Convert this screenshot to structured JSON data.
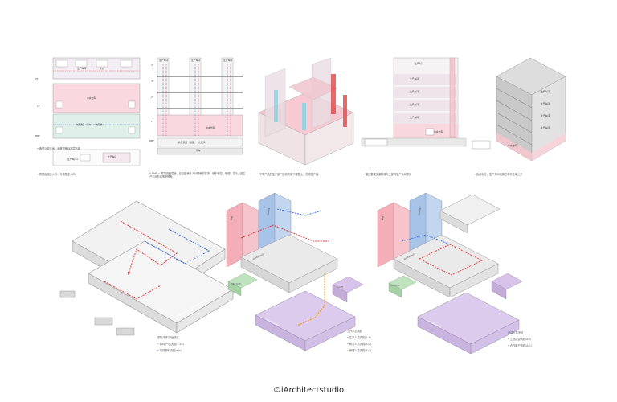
{
  "footer": {
    "copyright": "©iArchitectstudio"
  },
  "panel1": {
    "captions": [
      "• 典型功能空间，利基型等标准层布置",
      "• 同层面线主入口，与该层主入口"
    ],
    "floors": [
      "2F",
      "1F",
      "BMF"
    ],
    "labels": [
      "生产车间",
      "办公",
      "中央仓库",
      "物流通道（货车、一次配件）",
      "生产车间A",
      "生产车间"
    ]
  },
  "panel2": {
    "captions": [
      "• BMF = 屋顶设备层面，应当能满足人对厨房的需求，便于管控、管理，并与上部生产车间形成紧密联系"
    ],
    "floors": [
      "4F",
      "3F",
      "2F",
      "1F",
      "BMF"
    ],
    "labels": [
      "生产车间",
      "生产车间",
      "生产车间",
      "中央仓库",
      "物流通道（货运、一次配件）",
      "停车"
    ]
  },
  "panel3": {
    "captions": [
      "• 不同产品的生产部门分别布置于楼层上，形成生产线"
    ]
  },
  "panel4": {
    "captions": [
      "• 通过垂直交通核将与上部的生产车间联系"
    ],
    "labels": [
      "生产车间",
      "生产车间",
      "生产车间",
      "生产车间",
      "生产车间",
      "中央仓库"
    ]
  },
  "panel5": {
    "captions": [
      "• 自动化仓，生产车间设置在中央仓库上方"
    ],
    "labels": [
      "生产车间",
      "生产车间",
      "生产车间",
      "生产车间",
      "中央仓库"
    ]
  },
  "axon1": {
    "blocks": [
      "WORKSHOP",
      "CENTRAL WAREHOUSE"
    ],
    "legend_title": "原料/物料产品流线",
    "legend": [
      {
        "label": "原料/产品流线(1-10)",
        "color": "#e03a3a"
      },
      {
        "label": "包材物料流线(a-b)",
        "color": "#3a6fe0"
      }
    ]
  },
  "axon2": {
    "blocks": [
      "LAB",
      "ADMIN",
      "WORKSHOP",
      "SERVICE",
      "CAFE",
      "WAREHOUSE"
    ],
    "legend_title": "工作人员流线",
    "legend": [
      {
        "label": "生产人员流线(1-4)",
        "color": "#e03a3a"
      },
      {
        "label": "研发人员流线(A-C)",
        "color": "#3a6fe0"
      },
      {
        "label": "管理人员流线(A-C)",
        "color": "#f0a030"
      }
    ]
  },
  "axon3": {
    "blocks": [
      "LAB",
      "ADMIN",
      "WORKSHOP",
      "SERVICE",
      "WAREHOUSE"
    ],
    "legend_title": "来访人员流线",
    "legend": [
      {
        "label": "工业旅游流线(a-c)",
        "color": "#e03a3a"
      },
      {
        "label": "合作客户流线(A-C)",
        "color": "#3a6fe0"
      }
    ]
  }
}
